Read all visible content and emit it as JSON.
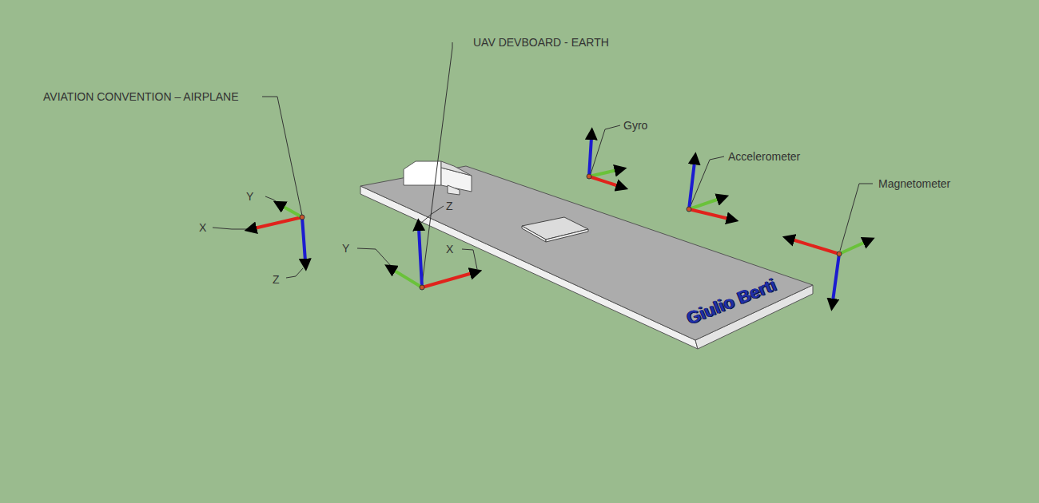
{
  "diagram": {
    "labels": [
      "UAV DEVBOARD - EARTH",
      "AVIATION CONVENTION – AIRPLANE",
      "Gyro",
      "Accelerometer",
      "Magnetometer",
      "Y",
      "X",
      "Z",
      "Z",
      "Y",
      "X",
      "Giulio Berti"
    ]
  }
}
